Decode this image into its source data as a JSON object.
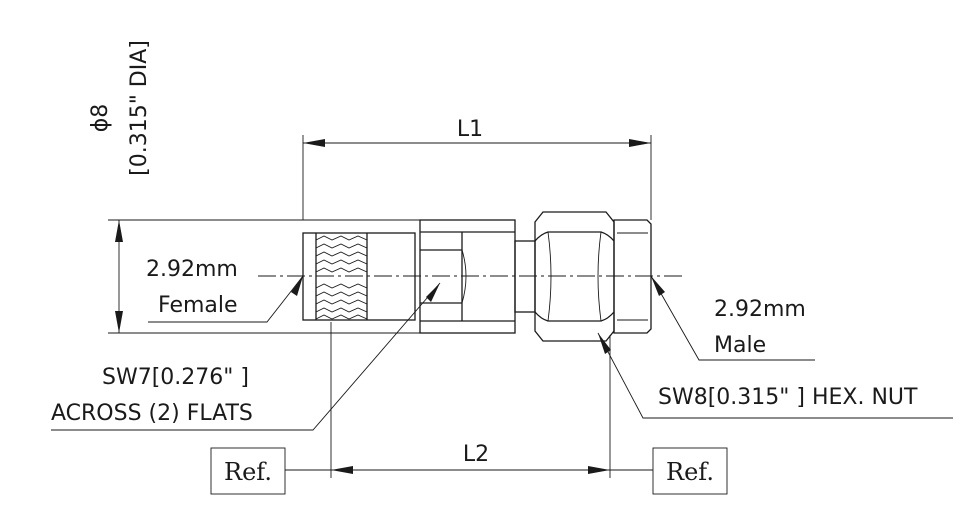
{
  "dimensions": {
    "overall_length": "L1",
    "reference_length": "L2",
    "diameter": "ϕ8",
    "diameter_imperial": "[0.315\" DIA]"
  },
  "labels": {
    "female_size": "2.92mm",
    "female_gender": "Female",
    "male_size": "2.92mm",
    "male_gender": "Male",
    "sw7_line1": "SW7[0.276\" ]",
    "sw7_line2": "ACROSS (2) FLATS",
    "sw8": "SW8[0.315\" ] HEX. NUT",
    "ref_left": "Ref.",
    "ref_right": "Ref."
  }
}
